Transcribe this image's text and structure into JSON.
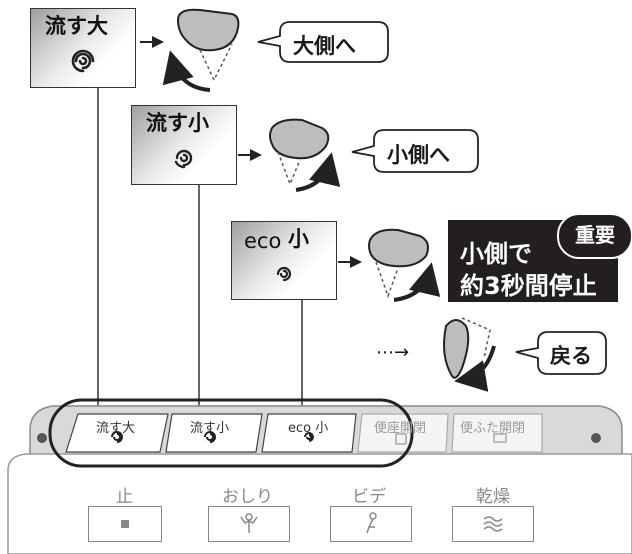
{
  "buttons": {
    "flush_large": {
      "label": "流す大",
      "action": "大側へ"
    },
    "flush_small": {
      "label": "流す小",
      "action": "小側へ"
    },
    "eco_small": {
      "label_prefix": "eco",
      "label_suffix": "小"
    }
  },
  "note": {
    "line1": "小側で",
    "line2": "約3秒間停止",
    "badge": "重要"
  },
  "return": {
    "arrow": "⋯→",
    "label": "戻る"
  },
  "panel": {
    "strip": {
      "flush_large": "流す大",
      "flush_small": "流す小",
      "eco": "eco 小",
      "seat": "便座開閉",
      "lid": "便ふた開閉"
    },
    "controls": [
      {
        "label": "止",
        "icon": "stop-icon"
      },
      {
        "label": "おしり",
        "icon": "rear-wash-icon"
      },
      {
        "label": "ビデ",
        "icon": "bidet-icon"
      },
      {
        "label": "乾燥",
        "icon": "dry-icon"
      }
    ]
  },
  "colors": {
    "gradient_dark": "#9e9e9e",
    "panel_gray": "#d9d9d9",
    "note_bg": "#231f20"
  }
}
